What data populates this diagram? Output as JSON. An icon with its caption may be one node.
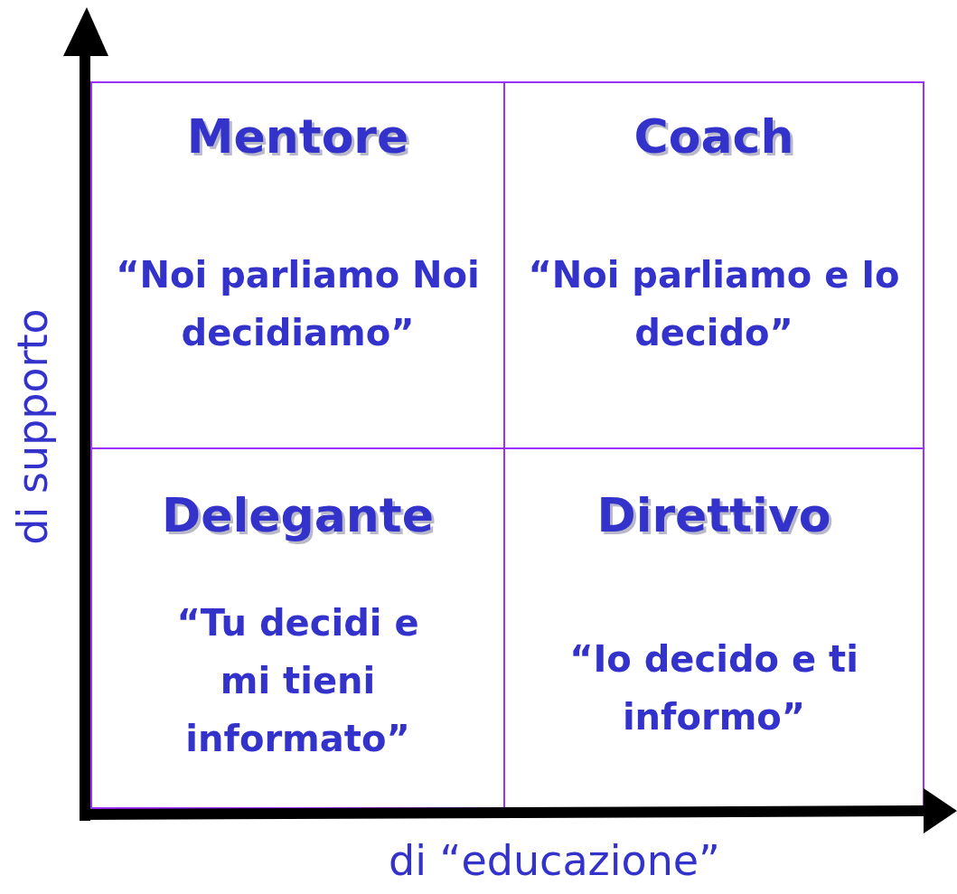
{
  "diagram": {
    "nodes": [
      {
        "text": [
          "Mentore",
          "“Noi parliamo Noi decidiamo”"
        ]
      },
      {
        "text": [
          "Coach",
          "“Noi parliamo e Io decido”"
        ]
      },
      {
        "text": [
          "Delegante",
          "“Tu decidi e mi tieni informato”"
        ]
      },
      {
        "text": [
          "Direttivo",
          "“Io decido e ti informo”"
        ]
      }
    ],
    "labels": [
      "di supporto",
      "di “educazione”"
    ]
  }
}
